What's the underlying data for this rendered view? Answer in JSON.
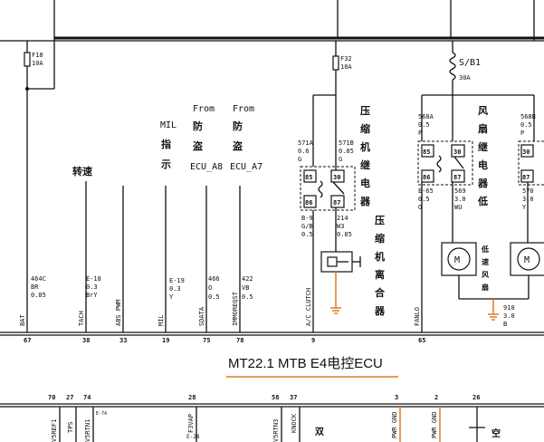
{
  "top_wires": [
    {
      "id": "F18",
      "fuse": "F18",
      "rating": "10A"
    },
    {
      "id": "F32",
      "fuse": "F32",
      "rating": "10A"
    },
    {
      "id": "SB1",
      "fuse": "S/B1",
      "rating": "30A"
    }
  ],
  "connector_labels": {
    "tach_cn": "转速",
    "mil_en": "MIL",
    "mil_cn1": "指",
    "mil_cn2": "示",
    "from1": "From",
    "from1_cn1": "防",
    "from1_cn2": "盗",
    "from1_code": "ECU_A8",
    "from2": "From",
    "from2_cn1": "防",
    "from2_cn2": "盗",
    "from2_code": "ECU_A7"
  },
  "relay_compressor": {
    "title_chars": [
      "压",
      "缩",
      "机",
      "继",
      "电",
      "器"
    ],
    "pins": [
      "85",
      "30",
      "86",
      "87"
    ],
    "wire_571A": [
      "571A",
      "0.6",
      "G"
    ],
    "wire_571B": [
      "571B",
      "0.85",
      "G"
    ],
    "wire_B9": [
      "B-9",
      "G/B",
      "0.5"
    ],
    "wire_214": [
      "214",
      "W3",
      "0.85"
    ],
    "clutch_chars": [
      "压",
      "缩",
      "机",
      "离",
      "合",
      "器"
    ]
  },
  "relay_fan": {
    "title_chars": [
      "风",
      "扇",
      "继",
      "电",
      "器",
      "低"
    ],
    "pins": [
      "85",
      "30",
      "86",
      "87"
    ],
    "wire_568A": [
      "568A",
      "0.5",
      "P"
    ],
    "wire_568B": [
      "568B",
      "0.5",
      "P"
    ],
    "wire_E65": [
      "E-65",
      "0.5",
      "O"
    ],
    "wire_569": [
      "569",
      "3.0",
      "WU"
    ],
    "wire_570": [
      "570",
      "3.0",
      "Y"
    ],
    "wire_910": [
      "910",
      "3.0",
      "B"
    ],
    "motor_chars": [
      "低",
      "速",
      "风",
      "扇"
    ],
    "motor_label": "M"
  },
  "wire_specs": {
    "w464C": [
      "464C",
      "BR",
      "0.85"
    ],
    "wE18": [
      "E-18",
      "0.3",
      "BrY"
    ],
    "wE19": [
      "E-19",
      "0.3",
      "Y"
    ],
    "w466": [
      "466",
      "O",
      "0.5"
    ],
    "w422": [
      "422",
      "VB",
      "0.5"
    ]
  },
  "ecu_signals": [
    {
      "id": "bat",
      "name": "BAT",
      "pin": "67"
    },
    {
      "id": "tach",
      "name": "TACH",
      "pin": "38"
    },
    {
      "id": "abs",
      "name": "ABS PWM",
      "pin": "33"
    },
    {
      "id": "mil",
      "name": "MIL",
      "pin": "19"
    },
    {
      "id": "sdata",
      "name": "SDATA",
      "pin": "75"
    },
    {
      "id": "immo",
      "name": "IMMOREQST",
      "pin": "78"
    },
    {
      "id": "ac",
      "name": "A/C CLUTCH",
      "pin": "9"
    },
    {
      "id": "fan",
      "name": "FANLO",
      "pin": "65"
    }
  ],
  "ecu_title": "MT22.1  MTB  E4电控ECU",
  "bottom_pins": [
    {
      "id": "p70",
      "pin": "70"
    },
    {
      "id": "p27",
      "pin": "27"
    },
    {
      "id": "p74",
      "pin": "74"
    },
    {
      "id": "p28",
      "pin": "28"
    },
    {
      "id": "p58",
      "pin": "58"
    },
    {
      "id": "p37",
      "pin": "37"
    },
    {
      "id": "p3",
      "pin": "3"
    },
    {
      "id": "p2",
      "pin": "2"
    },
    {
      "id": "p26",
      "pin": "26"
    }
  ],
  "bottom_signals": {
    "v5ref": "V5REF1",
    "tps": "TPS",
    "v5rtn1": "V5RTN1",
    "e74": "E-74",
    "f3vap": "F3VAP",
    "e28": "E-28",
    "v5rtn3": "V5RTN3",
    "knock": "KNOCK",
    "shuang": "双",
    "pwrgnd1": "PWR GND",
    "pwrgnd2": "PWR GND",
    "kong": "空"
  }
}
